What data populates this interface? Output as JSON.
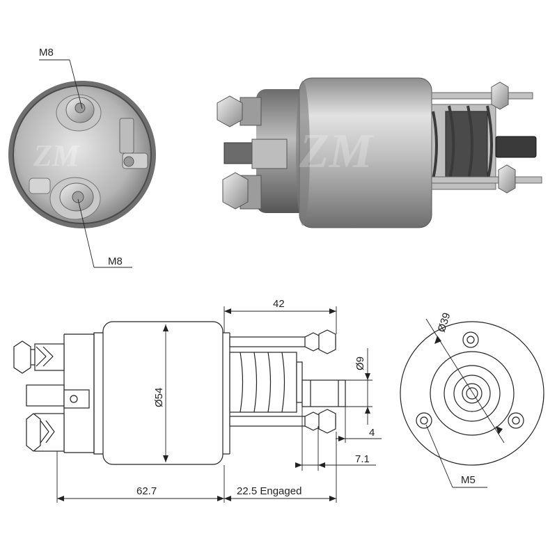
{
  "photo_end_view": {
    "top_terminal_label": "M8",
    "bottom_terminal_label": "M8"
  },
  "drawing": {
    "dim_length_body": "62.7",
    "dim_stroke": "22.5 Engaged",
    "dim_plunger_section": "42",
    "dim_diameter_body": "Ø54",
    "dim_plunger_dia": "Ø9",
    "dim_plunger_offset": "4",
    "dim_plunger_tip": "7.1",
    "dim_bolt_circle": "Ø39",
    "dim_mount_thread": "M5"
  },
  "colors": {
    "metal_light": "#d9d9d9",
    "metal_mid": "#a8a8a8",
    "metal_dark": "#5e5e5e",
    "ink": "#222222"
  }
}
